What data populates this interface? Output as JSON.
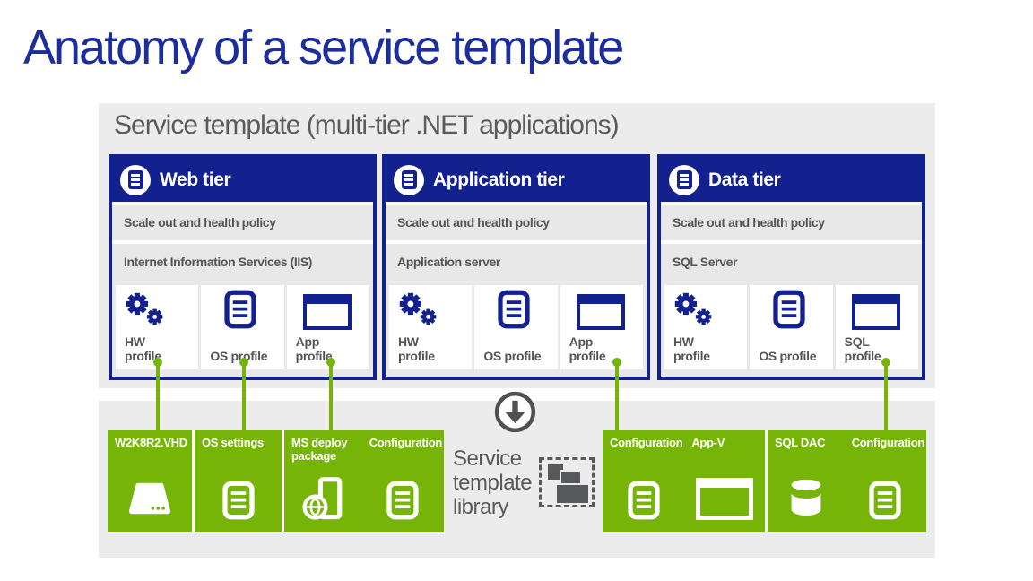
{
  "title": "Anatomy of a service template",
  "panel": {
    "header": "Service template (multi-tier .NET applications)"
  },
  "tiers": [
    {
      "name": "Web tier",
      "policy": "Scale out and health policy",
      "server": "Internet Information Services (IIS)",
      "profiles": [
        {
          "label": "HW profile"
        },
        {
          "label": "OS profile"
        },
        {
          "label": "App profile"
        }
      ]
    },
    {
      "name": "Application tier",
      "policy": "Scale out and health policy",
      "server": "Application server",
      "profiles": [
        {
          "label": "HW profile"
        },
        {
          "label": "OS profile"
        },
        {
          "label": "App profile"
        }
      ]
    },
    {
      "name": "Data tier",
      "policy": "Scale out and health policy",
      "server": "SQL Server",
      "profiles": [
        {
          "label": "HW profile"
        },
        {
          "label": "OS profile"
        },
        {
          "label": "SQL profile"
        }
      ]
    }
  ],
  "library": {
    "label": "Service template library"
  },
  "artifacts": {
    "vhd": "W2K8R2.VHD",
    "os_settings": "OS settings",
    "ms_deploy": "MS deploy package",
    "web_config": "Configuration",
    "app_config": "Configuration",
    "appv": "App-V",
    "sql_dac": "SQL DAC",
    "sql_config": "Configuration"
  },
  "icons": {
    "tier_badge": "document-list-icon",
    "hw_profile": "gears-icon",
    "os_profile": "document-list-icon",
    "app_profile": "window-icon",
    "sql_profile": "window-icon",
    "vhd": "disk-icon",
    "os_settings": "document-list-icon",
    "ms_deploy": "globe-server-icon",
    "configuration": "document-list-icon",
    "appv": "window-icon",
    "sql_dac": "database-icon",
    "library": "stacked-windows-icon",
    "flow": "down-arrow-circle-icon"
  },
  "colors": {
    "navy": "#13218e",
    "title_blue": "#1c2d9c",
    "green": "#77b408",
    "panel_gray": "#ececec",
    "row_gray": "#e8e8e8",
    "text_gray": "#58595b",
    "white": "#ffffff"
  }
}
